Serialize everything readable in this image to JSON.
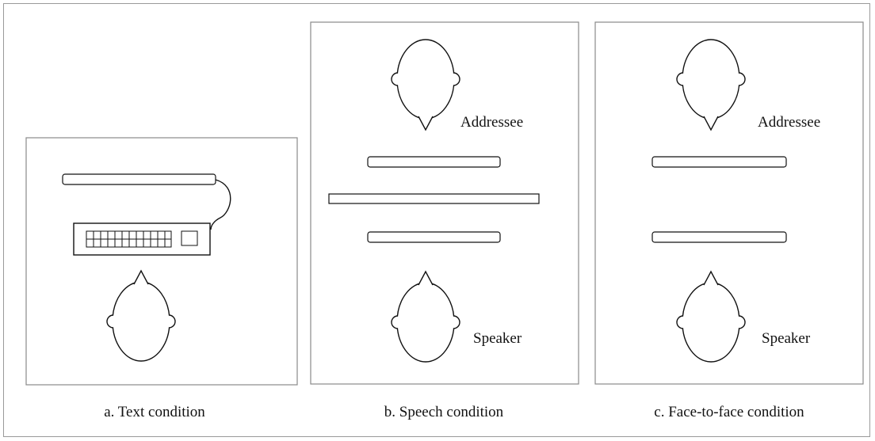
{
  "panels": [
    {
      "id": "a",
      "caption": "a. Text condition"
    },
    {
      "id": "b",
      "caption": "b. Speech condition",
      "addressee": "Addressee",
      "speaker": "Speaker"
    },
    {
      "id": "c",
      "caption": "c. Face-to-face condition",
      "addressee": "Addressee",
      "speaker": "Speaker"
    }
  ],
  "colors": {
    "border": "#9a9a9a",
    "stroke": "#111111",
    "background": "#ffffff"
  }
}
